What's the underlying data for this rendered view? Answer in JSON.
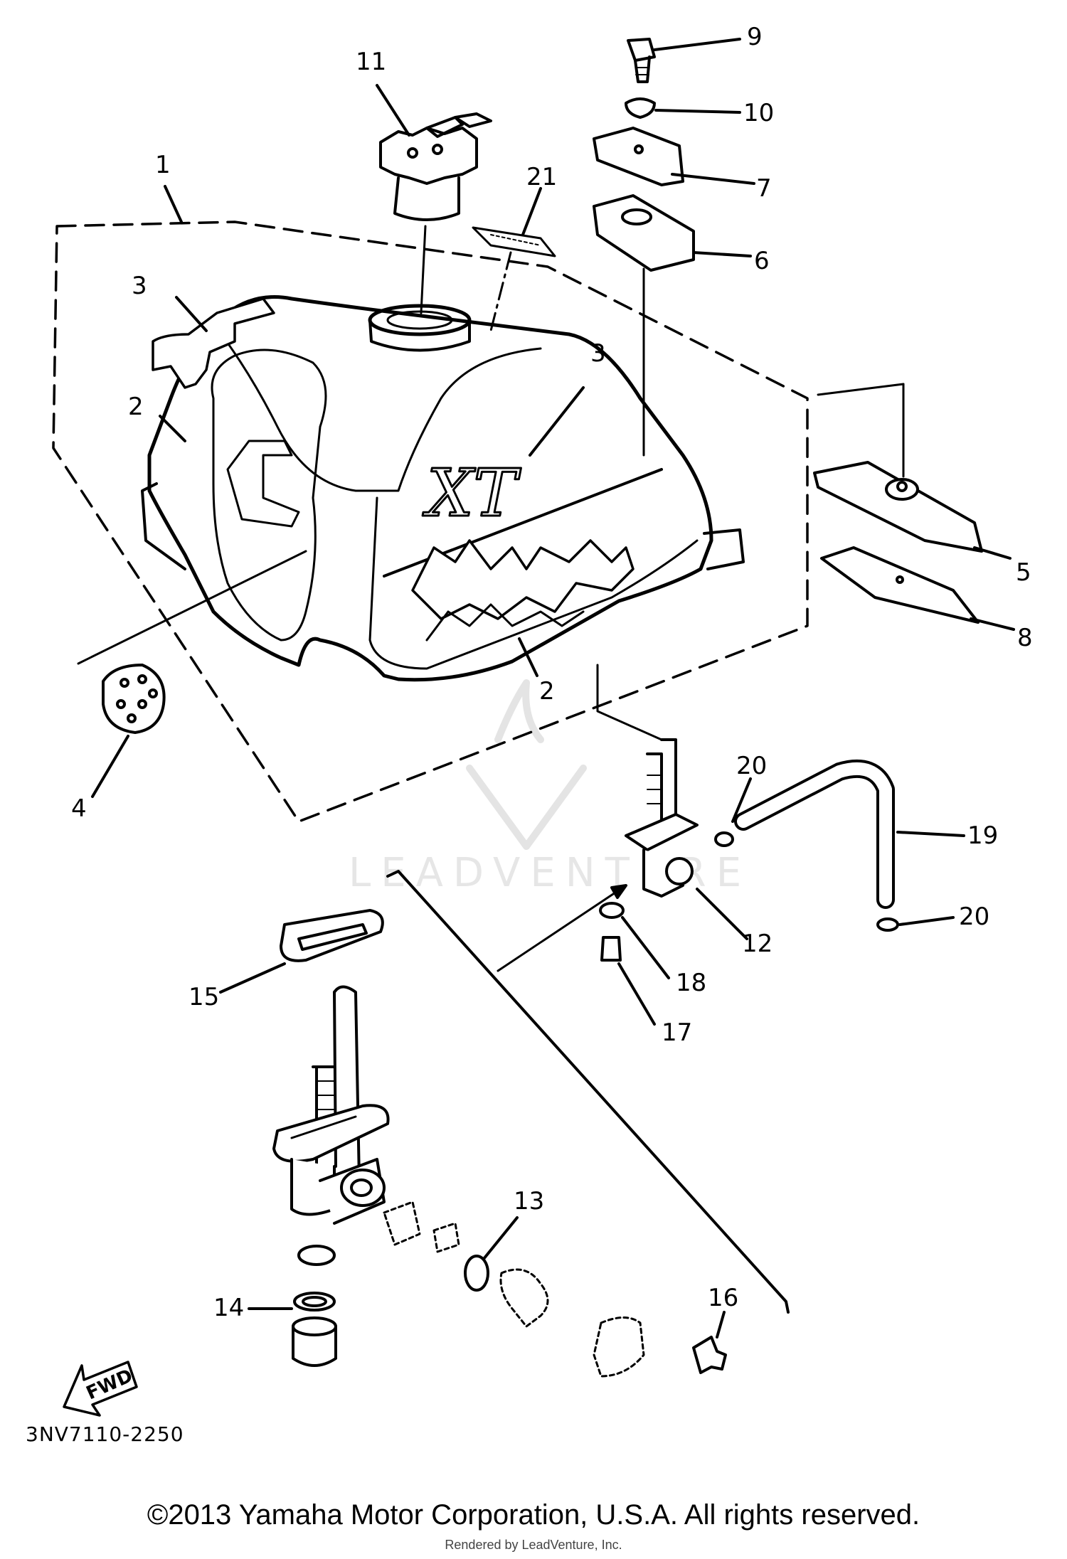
{
  "callouts": {
    "c1": "1",
    "c2a": "2",
    "c2b": "2",
    "c3a": "3",
    "c3b": "3",
    "c4": "4",
    "c5": "5",
    "c6": "6",
    "c7": "7",
    "c8": "8",
    "c9": "9",
    "c10": "10",
    "c11": "11",
    "c12": "12",
    "c13": "13",
    "c14": "14",
    "c15": "15",
    "c16": "16",
    "c17": "17",
    "c18": "18",
    "c19": "19",
    "c20a": "20",
    "c20b": "20",
    "c21": "21"
  },
  "tank_logo": "XT",
  "fwd_label": "FWD",
  "watermark": "LEADVENTURE",
  "part_code": "3NV7110-2250",
  "copyright": "©2013 Yamaha Motor Corporation, U.S.A. All rights reserved.",
  "rendered_by": "Rendered by LeadVenture, Inc."
}
